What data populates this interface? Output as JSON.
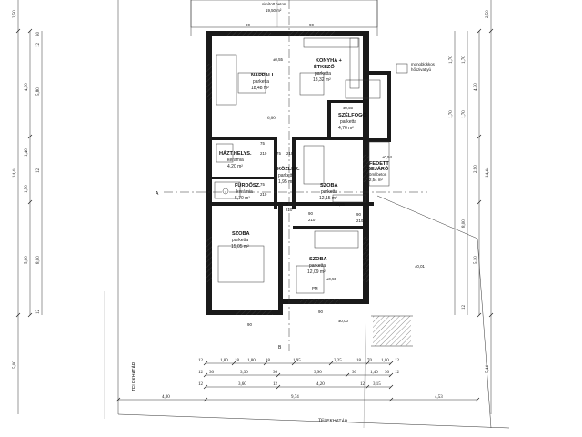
{
  "rooms": {
    "nappali": {
      "name": "NAPPALI",
      "floor": "parketta",
      "area": "18,48 m²"
    },
    "konyha": {
      "name": "KONYHA +",
      "name2": "ÉTKEZŐ",
      "floor": "parketta",
      "area": "13,32 m²"
    },
    "szelfogo": {
      "name": "SZÉLFOGÓ",
      "floor": "parketta",
      "area": "4,76 m²"
    },
    "haztartasi": {
      "name": "HÁZT.HELYS.",
      "floor": "kerámia",
      "area": "4,20 m²"
    },
    "kozlek": {
      "name": "KÖZLEK.",
      "floor": "parketta",
      "area": "1,95 m²"
    },
    "furdo": {
      "name": "FÜRDŐSZ.",
      "floor": "kerámia",
      "area": "5,70 m²"
    },
    "szoba1": {
      "name": "SZOBA",
      "floor": "parketta",
      "area": "12,15 m²"
    },
    "szoba2": {
      "name": "SZOBA",
      "floor": "parketta",
      "area": "15,05 m²"
    },
    "szoba3": {
      "name": "SZOBA",
      "floor": "parketta",
      "area": "12,09 m²"
    },
    "bejaro": {
      "name": "FEDETT",
      "name2": "BEJÁRÓ",
      "floor": "öml.beton",
      "area": "2,54 m²"
    }
  },
  "terrace": {
    "name": "simított beton",
    "area": "19,50 m²"
  },
  "equipment": {
    "line1": "monoblokkos",
    "line2": "hőszivattyú"
  },
  "levels": {
    "l1": "±0,55",
    "l2": "±0,55",
    "l3": "±0,54",
    "l4": "±0,55",
    "l5": "±0,55",
    "l6": "±0,01",
    "l7": "±0,00"
  },
  "property_line": "TELEKHATÁR",
  "section_marks": {
    "a": "A",
    "b": "B"
  },
  "interior_dim": "6,00",
  "door_marks": [
    "75",
    "210",
    "75",
    "210",
    "90",
    "210",
    "90",
    "210",
    "75",
    "210",
    "90",
    "210"
  ],
  "misc_marks": [
    "PM",
    "90",
    "90",
    "90",
    "90"
  ],
  "bottom_dims_row1": [
    "12",
    "1,80",
    "18",
    "1,80",
    "18",
    "1,95",
    "2,25",
    "18",
    "70",
    "1,00",
    "12"
  ],
  "bottom_dims_row2": [
    "12",
    "30",
    "3,30",
    "36",
    "3,90",
    "30",
    "1,40",
    "30",
    "12"
  ],
  "bottom_dims_row3": [
    "12",
    "3,60",
    "12",
    "4,20",
    "12",
    "3,15"
  ],
  "bottom_dims_row4": [
    "9,74",
    "4,53"
  ],
  "bottom_left_dim": "4,00",
  "left_dims_outer": [
    "2,50",
    "14,44",
    "5,00"
  ],
  "left_dims_mid": [
    "4,30",
    "1,40",
    "1,50",
    "5,00"
  ],
  "left_dims_inner": [
    "30",
    "12",
    "5,80",
    "12",
    "8,00",
    "12"
  ],
  "right_dims_outer": [
    "2,50",
    "14,44",
    "5,44"
  ],
  "right_dims_mid": [
    "4,30",
    "2,90",
    "5,10"
  ],
  "right_dims_inner": [
    "1,70",
    "1,70",
    "1,70",
    "1,70",
    "8,00",
    "12"
  ]
}
